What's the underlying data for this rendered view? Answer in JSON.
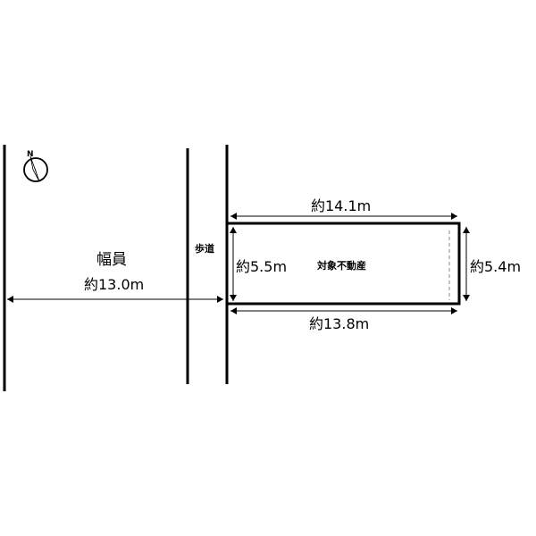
{
  "compass": {
    "letter": "N",
    "icon": "north-arrow-icon"
  },
  "road": {
    "title": "幅員",
    "width_label": "約13.0m"
  },
  "sidewalk": {
    "label": "歩道"
  },
  "property": {
    "label": "対象不動産",
    "top_length": "約14.1m",
    "bottom_length": "約13.8m",
    "left_depth": "約5.5m",
    "right_depth": "約5.4m"
  },
  "colors": {
    "line": "#000000",
    "background": "#ffffff",
    "dashed": "#888888"
  }
}
